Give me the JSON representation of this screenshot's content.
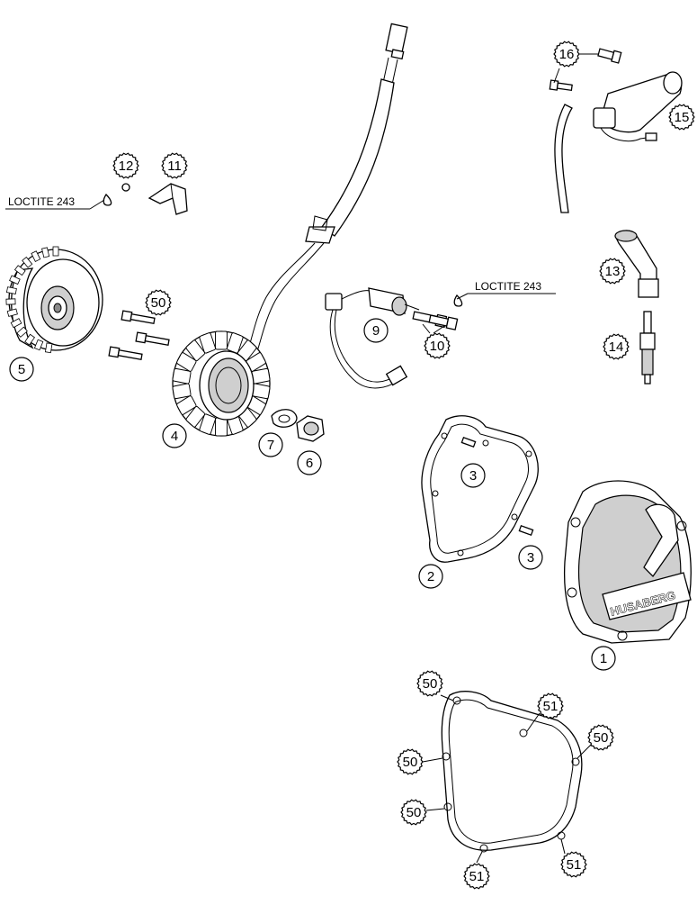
{
  "callouts": [
    {
      "id": "c16",
      "label": "16",
      "style": "gear"
    },
    {
      "id": "c15",
      "label": "15",
      "style": "gear"
    },
    {
      "id": "c12",
      "label": "12",
      "style": "gear"
    },
    {
      "id": "c11",
      "label": "11",
      "style": "gear"
    },
    {
      "id": "c13",
      "label": "13",
      "style": "gear"
    },
    {
      "id": "c14",
      "label": "14",
      "style": "gear"
    },
    {
      "id": "c5",
      "label": "5",
      "style": "plain"
    },
    {
      "id": "c50a",
      "label": "50",
      "style": "gear"
    },
    {
      "id": "c9",
      "label": "9",
      "style": "plain"
    },
    {
      "id": "c10",
      "label": "10",
      "style": "gear"
    },
    {
      "id": "c4",
      "label": "4",
      "style": "plain"
    },
    {
      "id": "c7",
      "label": "7",
      "style": "plain"
    },
    {
      "id": "c6",
      "label": "6",
      "style": "plain"
    },
    {
      "id": "c3a",
      "label": "3",
      "style": "plain"
    },
    {
      "id": "c3b",
      "label": "3",
      "style": "plain"
    },
    {
      "id": "c2",
      "label": "2",
      "style": "plain"
    },
    {
      "id": "c1",
      "label": "1",
      "style": "plain"
    },
    {
      "id": "c50b",
      "label": "50",
      "style": "gear"
    },
    {
      "id": "c51a",
      "label": "51",
      "style": "gear"
    },
    {
      "id": "c50c",
      "label": "50",
      "style": "gear"
    },
    {
      "id": "c50d",
      "label": "50",
      "style": "gear"
    },
    {
      "id": "c50e",
      "label": "50",
      "style": "gear"
    },
    {
      "id": "c51b",
      "label": "51",
      "style": "gear"
    },
    {
      "id": "c51c",
      "label": "51",
      "style": "gear"
    }
  ],
  "loctite_notes": [
    {
      "id": "loc1",
      "text": "LOCTITE 243"
    },
    {
      "id": "loc2",
      "text": "LOCTITE 243"
    }
  ],
  "cover_logo": "HUSABERG"
}
